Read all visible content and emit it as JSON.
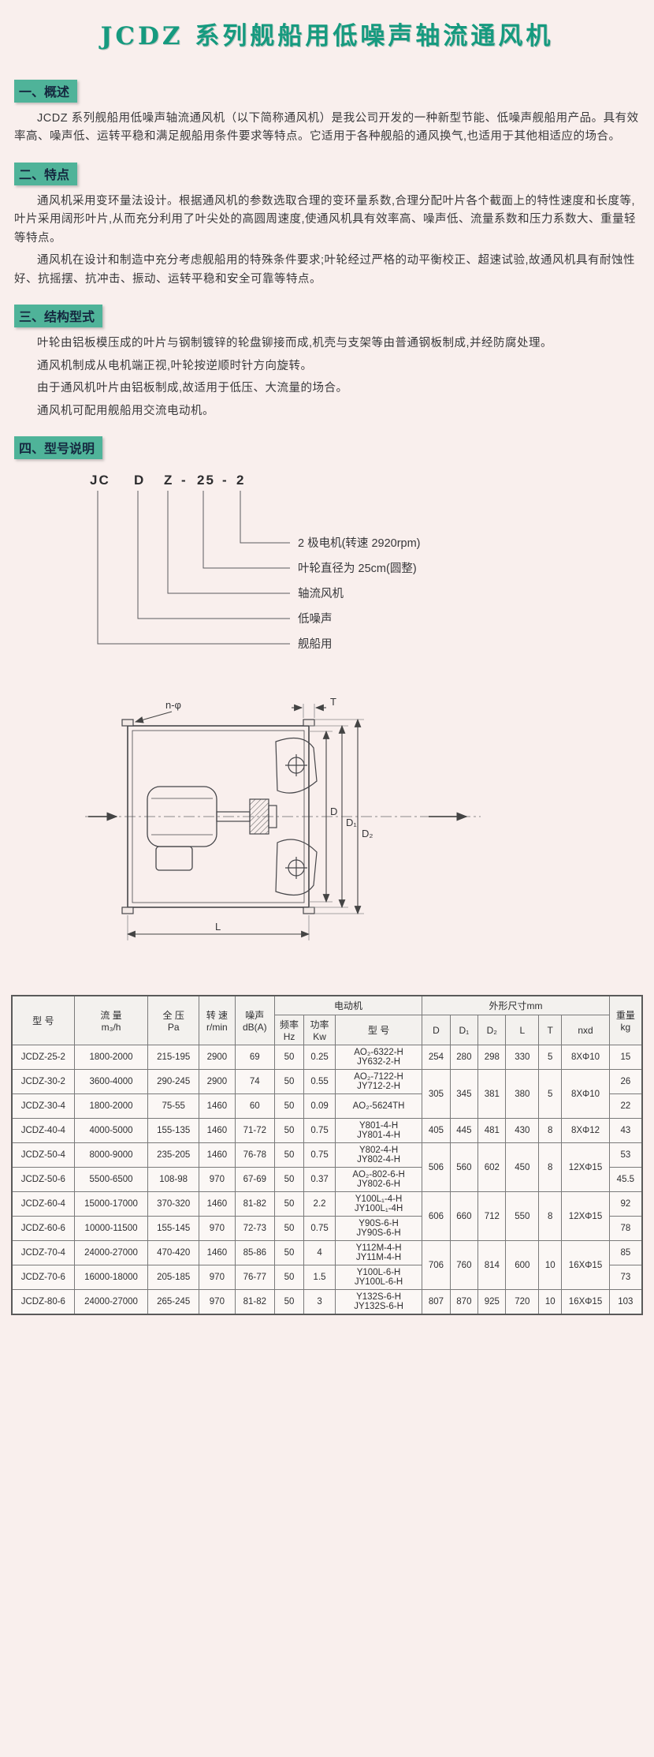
{
  "title": "JCDZ 系列舰船用低噪声轴流通风机",
  "sections": {
    "overview": {
      "heading": "一、概述",
      "paragraphs": [
        "JCDZ 系列舰船用低噪声轴流通风机（以下简称通风机）是我公司开发的一种新型节能、低噪声舰船用产品。具有效率高、噪声低、运转平稳和满足舰船用条件要求等特点。它适用于各种舰船的通风换气,也适用于其他相适应的场合。"
      ]
    },
    "features": {
      "heading": "二、特点",
      "paragraphs": [
        "通风机采用变环量法设计。根据通风机的参数选取合理的变环量系数,合理分配叶片各个截面上的特性速度和长度等,叶片采用阔形叶片,从而充分利用了叶尖处的高圆周速度,使通风机具有效率高、噪声低、流量系数和压力系数大、重量轻等特点。",
        "通风机在设计和制造中充分考虑舰船用的特殊条件要求;叶轮经过严格的动平衡校正、超速试验,故通风机具有耐蚀性好、抗摇摆、抗冲击、振动、运转平稳和安全可靠等特点。"
      ]
    },
    "structure": {
      "heading": "三、结构型式",
      "paragraphs": [
        "叶轮由铝板模压成的叶片与钢制镀锌的轮盘铆接而成,机壳与支架等由普通钢板制成,并经防腐处理。",
        "通风机制成从电机端正视,叶轮按逆顺时针方向旋转。",
        "由于通风机叶片由铝板制成,故适用于低压、大流量的场合。",
        "通风机可配用舰船用交流电动机。"
      ]
    },
    "model": {
      "heading": "四、型号说明"
    }
  },
  "model_diagram": {
    "tokens": [
      "JC",
      "D",
      "Z",
      "-",
      "25",
      "-",
      "2"
    ],
    "labels": [
      "2 极电机(转速 2920rpm)",
      "叶轮直径为 25cm(圆整)",
      "轴流风机",
      "低噪声",
      "舰船用"
    ]
  },
  "drawing": {
    "labels": {
      "holes": "n-φ",
      "thickness": "T",
      "d": "D",
      "d1": "D₁",
      "d2": "D₂",
      "length": "L"
    }
  },
  "table": {
    "header_row1": [
      {
        "text": "型 号",
        "rowspan": 2
      },
      {
        "text": "流 量\nm₃/h",
        "rowspan": 2
      },
      {
        "text": "全 压\nPa",
        "rowspan": 2
      },
      {
        "text": "转 速\nr/min",
        "rowspan": 2
      },
      {
        "text": "噪声\ndB(A)",
        "rowspan": 2
      },
      {
        "text": "电动机",
        "colspan": 3
      },
      {
        "text": "外形尺寸mm",
        "colspan": 6
      },
      {
        "text": "重量\nkg",
        "rowspan": 2
      }
    ],
    "header_row2": [
      {
        "text": "频率\nHz"
      },
      {
        "text": "功率\nKw"
      },
      {
        "text": "型  号"
      },
      {
        "text": "D"
      },
      {
        "text": "D₁"
      },
      {
        "text": "D₂"
      },
      {
        "text": "L"
      },
      {
        "text": "T"
      },
      {
        "text": "nxd"
      }
    ],
    "rows": [
      {
        "model": "JCDZ-25-2",
        "flow": "1800-2000",
        "pressure": "215-195",
        "speed": "2900",
        "noise": "69",
        "freq": "50",
        "power": "0.25",
        "motor": "AO₂-6322-H\nJY632-2-H",
        "dims": [
          "254",
          "280",
          "298",
          "330",
          "5",
          "8XΦ10"
        ],
        "dims_span": 1,
        "weight": "15"
      },
      {
        "model": "JCDZ-30-2",
        "flow": "3600-4000",
        "pressure": "290-245",
        "speed": "2900",
        "noise": "74",
        "freq": "50",
        "power": "0.55",
        "motor": "AO₂-7122-H\nJY712-2-H",
        "dims": [
          "305",
          "345",
          "381",
          "380",
          "5",
          "8XΦ10"
        ],
        "dims_span": 2,
        "weight": "26"
      },
      {
        "model": "JCDZ-30-4",
        "flow": "1800-2000",
        "pressure": "75-55",
        "speed": "1460",
        "noise": "60",
        "freq": "50",
        "power": "0.09",
        "motor": "AO₂-5624TH",
        "dims": null,
        "weight": "22"
      },
      {
        "model": "JCDZ-40-4",
        "flow": "4000-5000",
        "pressure": "155-135",
        "speed": "1460",
        "noise": "71-72",
        "freq": "50",
        "power": "0.75",
        "motor": "Y801-4-H\nJY801-4-H",
        "dims": [
          "405",
          "445",
          "481",
          "430",
          "8",
          "8XΦ12"
        ],
        "dims_span": 1,
        "weight": "43"
      },
      {
        "model": "JCDZ-50-4",
        "flow": "8000-9000",
        "pressure": "235-205",
        "speed": "1460",
        "noise": "76-78",
        "freq": "50",
        "power": "0.75",
        "motor": "Y802-4-H\nJY802-4-H",
        "dims": [
          "506",
          "560",
          "602",
          "450",
          "8",
          "12XΦ15"
        ],
        "dims_span": 2,
        "weight": "53"
      },
      {
        "model": "JCDZ-50-6",
        "flow": "5500-6500",
        "pressure": "108-98",
        "speed": "970",
        "noise": "67-69",
        "freq": "50",
        "power": "0.37",
        "motor": "AO₂-802-6-H\nJY802-6-H",
        "dims": null,
        "weight": "45.5"
      },
      {
        "model": "JCDZ-60-4",
        "flow": "15000-17000",
        "pressure": "370-320",
        "speed": "1460",
        "noise": "81-82",
        "freq": "50",
        "power": "2.2",
        "motor": "Y100L₁-4-H\nJY100L₁-4H",
        "dims": [
          "606",
          "660",
          "712",
          "550",
          "8",
          "12XΦ15"
        ],
        "dims_span": 2,
        "weight": "92"
      },
      {
        "model": "JCDZ-60-6",
        "flow": "10000-11500",
        "pressure": "155-145",
        "speed": "970",
        "noise": "72-73",
        "freq": "50",
        "power": "0.75",
        "motor": "Y90S-6-H\nJY90S-6-H",
        "dims": null,
        "weight": "78"
      },
      {
        "model": "JCDZ-70-4",
        "flow": "24000-27000",
        "pressure": "470-420",
        "speed": "1460",
        "noise": "85-86",
        "freq": "50",
        "power": "4",
        "motor": "Y112M-4-H\nJY11M-4-H",
        "dims": [
          "706",
          "760",
          "814",
          "600",
          "10",
          "16XΦ15"
        ],
        "dims_span": 2,
        "weight": "85"
      },
      {
        "model": "JCDZ-70-6",
        "flow": "16000-18000",
        "pressure": "205-185",
        "speed": "970",
        "noise": "76-77",
        "freq": "50",
        "power": "1.5",
        "motor": "Y100L-6-H\nJY100L-6-H",
        "dims": null,
        "weight": "73"
      },
      {
        "model": "JCDZ-80-6",
        "flow": "24000-27000",
        "pressure": "265-245",
        "speed": "970",
        "noise": "81-82",
        "freq": "50",
        "power": "3",
        "motor": "Y132S-6-H\nJY132S-6-H",
        "dims": [
          "807",
          "870",
          "925",
          "720",
          "10",
          "16XΦ15"
        ],
        "dims_span": 1,
        "weight": "103"
      }
    ]
  }
}
